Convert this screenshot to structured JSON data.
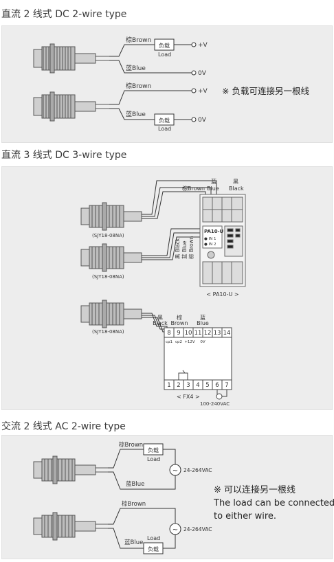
{
  "sections": [
    {
      "heading": "直流 2 线式 DC 2-wire type",
      "labels": {
        "brown": "棕Brown",
        "blue": "蓝Blue",
        "load_cn": "负载",
        "load_en": "Load",
        "plus_v": "+V",
        "zero_v": "0V"
      },
      "note": "※ 负载可连接另一根线"
    },
    {
      "heading": "直流 3 线式 DC 3-wire type",
      "sensor_model": "(SJY18-08NA)",
      "wire_labels": {
        "blue_cn": "蓝",
        "blue_en": "Blue",
        "black_cn": "黑",
        "black_en": "Black",
        "brown_en_top": "棕Brown",
        "vert_black": "黑 Black",
        "vert_blue": "蓝 Blue",
        "vert_brown": "棕 Brown",
        "brown_cn": "棕",
        "brown_en": "Brown"
      },
      "pa10": {
        "caption": "< PA10-U >",
        "label": "PA10-U",
        "in1": "● IN 1",
        "in2": "● IN 2"
      },
      "fx4": {
        "caption": "< FX4 >",
        "top_terminals": [
          "8",
          "9",
          "10",
          "11",
          "12",
          "13",
          "14"
        ],
        "top_sub": [
          "cp1",
          "cp2",
          "+12V",
          "0V"
        ],
        "bottom_terminals": [
          "1",
          "2",
          "3",
          "4",
          "5",
          "6",
          "7"
        ],
        "supply": "100-240VAC"
      }
    },
    {
      "heading": "交流 2 线式 AC 2-wire type",
      "labels": {
        "brown": "棕Brown",
        "blue": "蓝Blue",
        "load_cn": "负载",
        "load_en": "Load",
        "supply": "24-264VAC",
        "tilde": "~"
      },
      "note_cn": "※ 可以连接另一根线",
      "note_en_1": "The load can be connected",
      "note_en_2": "to either wire."
    }
  ]
}
